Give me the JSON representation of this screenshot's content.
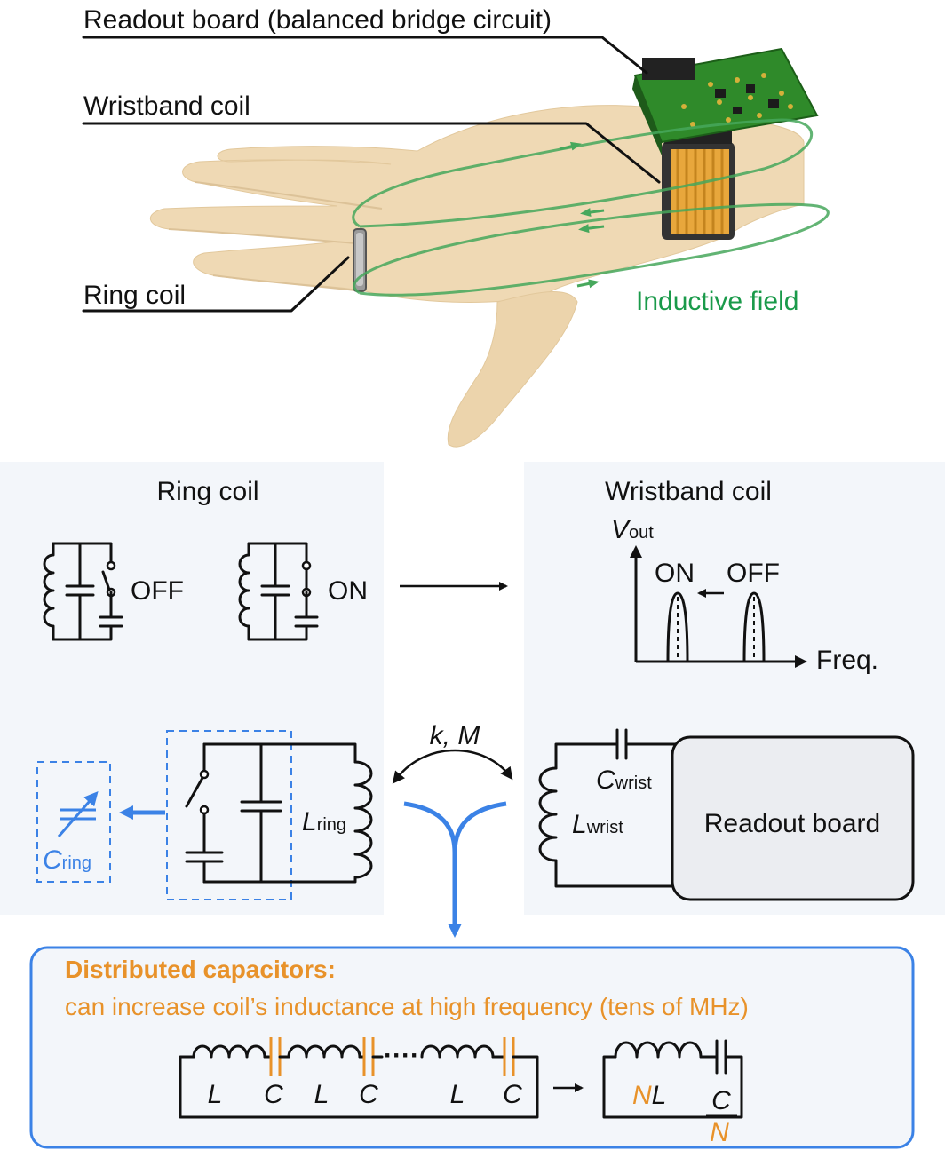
{
  "top": {
    "readout_label": "Readout board (balanced bridge circuit)",
    "wristband_label": "Wristband coil",
    "ring_label": "Ring coil",
    "field_label": "Inductive field"
  },
  "left_panel": {
    "title": "Ring coil",
    "off_label": "OFF",
    "on_label": "ON",
    "l_ring": "L",
    "l_ring_sub": "ring",
    "c_ring": "C",
    "c_ring_sub": "ring"
  },
  "right_panel": {
    "title": "Wristband coil",
    "vout": "V",
    "vout_sub": "out",
    "on_label": "ON",
    "off_label": "OFF",
    "freq_label": "Freq.",
    "c_wrist": "C",
    "c_wrist_sub": "wrist",
    "l_wrist": "L",
    "l_wrist_sub": "wrist",
    "readout_box": "Readout board"
  },
  "coupling": "k, M",
  "bottom": {
    "title": "Distributed capacitors:",
    "subtitle": "can increase coil’s inductance at high frequency (tens of MHz)",
    "L": "L",
    "C": "C",
    "N": "N",
    "dots": "····"
  },
  "colors": {
    "green": "#1a9a4a",
    "blue": "#3b82e6",
    "orange": "#e8922a",
    "panel_bg": "#f3f6fa",
    "skin": "#efd9b4"
  }
}
